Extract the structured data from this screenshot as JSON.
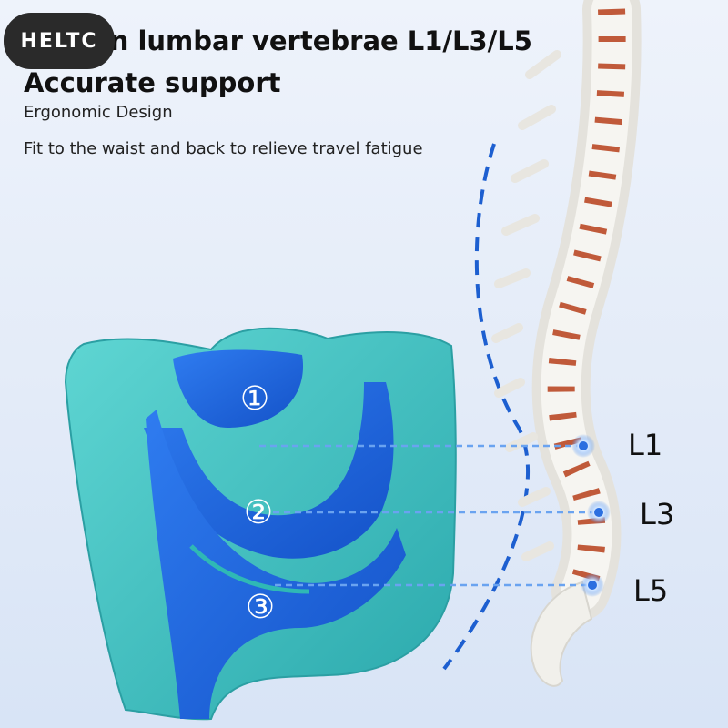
{
  "brand": {
    "logo_text": "HELTC"
  },
  "heading": {
    "line1": "Human lumbar vertebrae L1/L3/L5",
    "line2": "Accurate support"
  },
  "subtitle": {
    "line1": "Ergonomic Design",
    "line2": "Fit to the waist and back to relieve travel fatigue"
  },
  "zones": [
    {
      "number": "①"
    },
    {
      "number": "②"
    },
    {
      "number": "③"
    }
  ],
  "vertebra_labels": [
    "L1",
    "L3",
    "L5"
  ],
  "colors": {
    "cushion_teal": "#3ac4c4",
    "cushion_blue": "#1e63e0",
    "guide_line": "#1d5fd0",
    "bone": "#f2f2ef",
    "disc": "#c05a3a"
  }
}
